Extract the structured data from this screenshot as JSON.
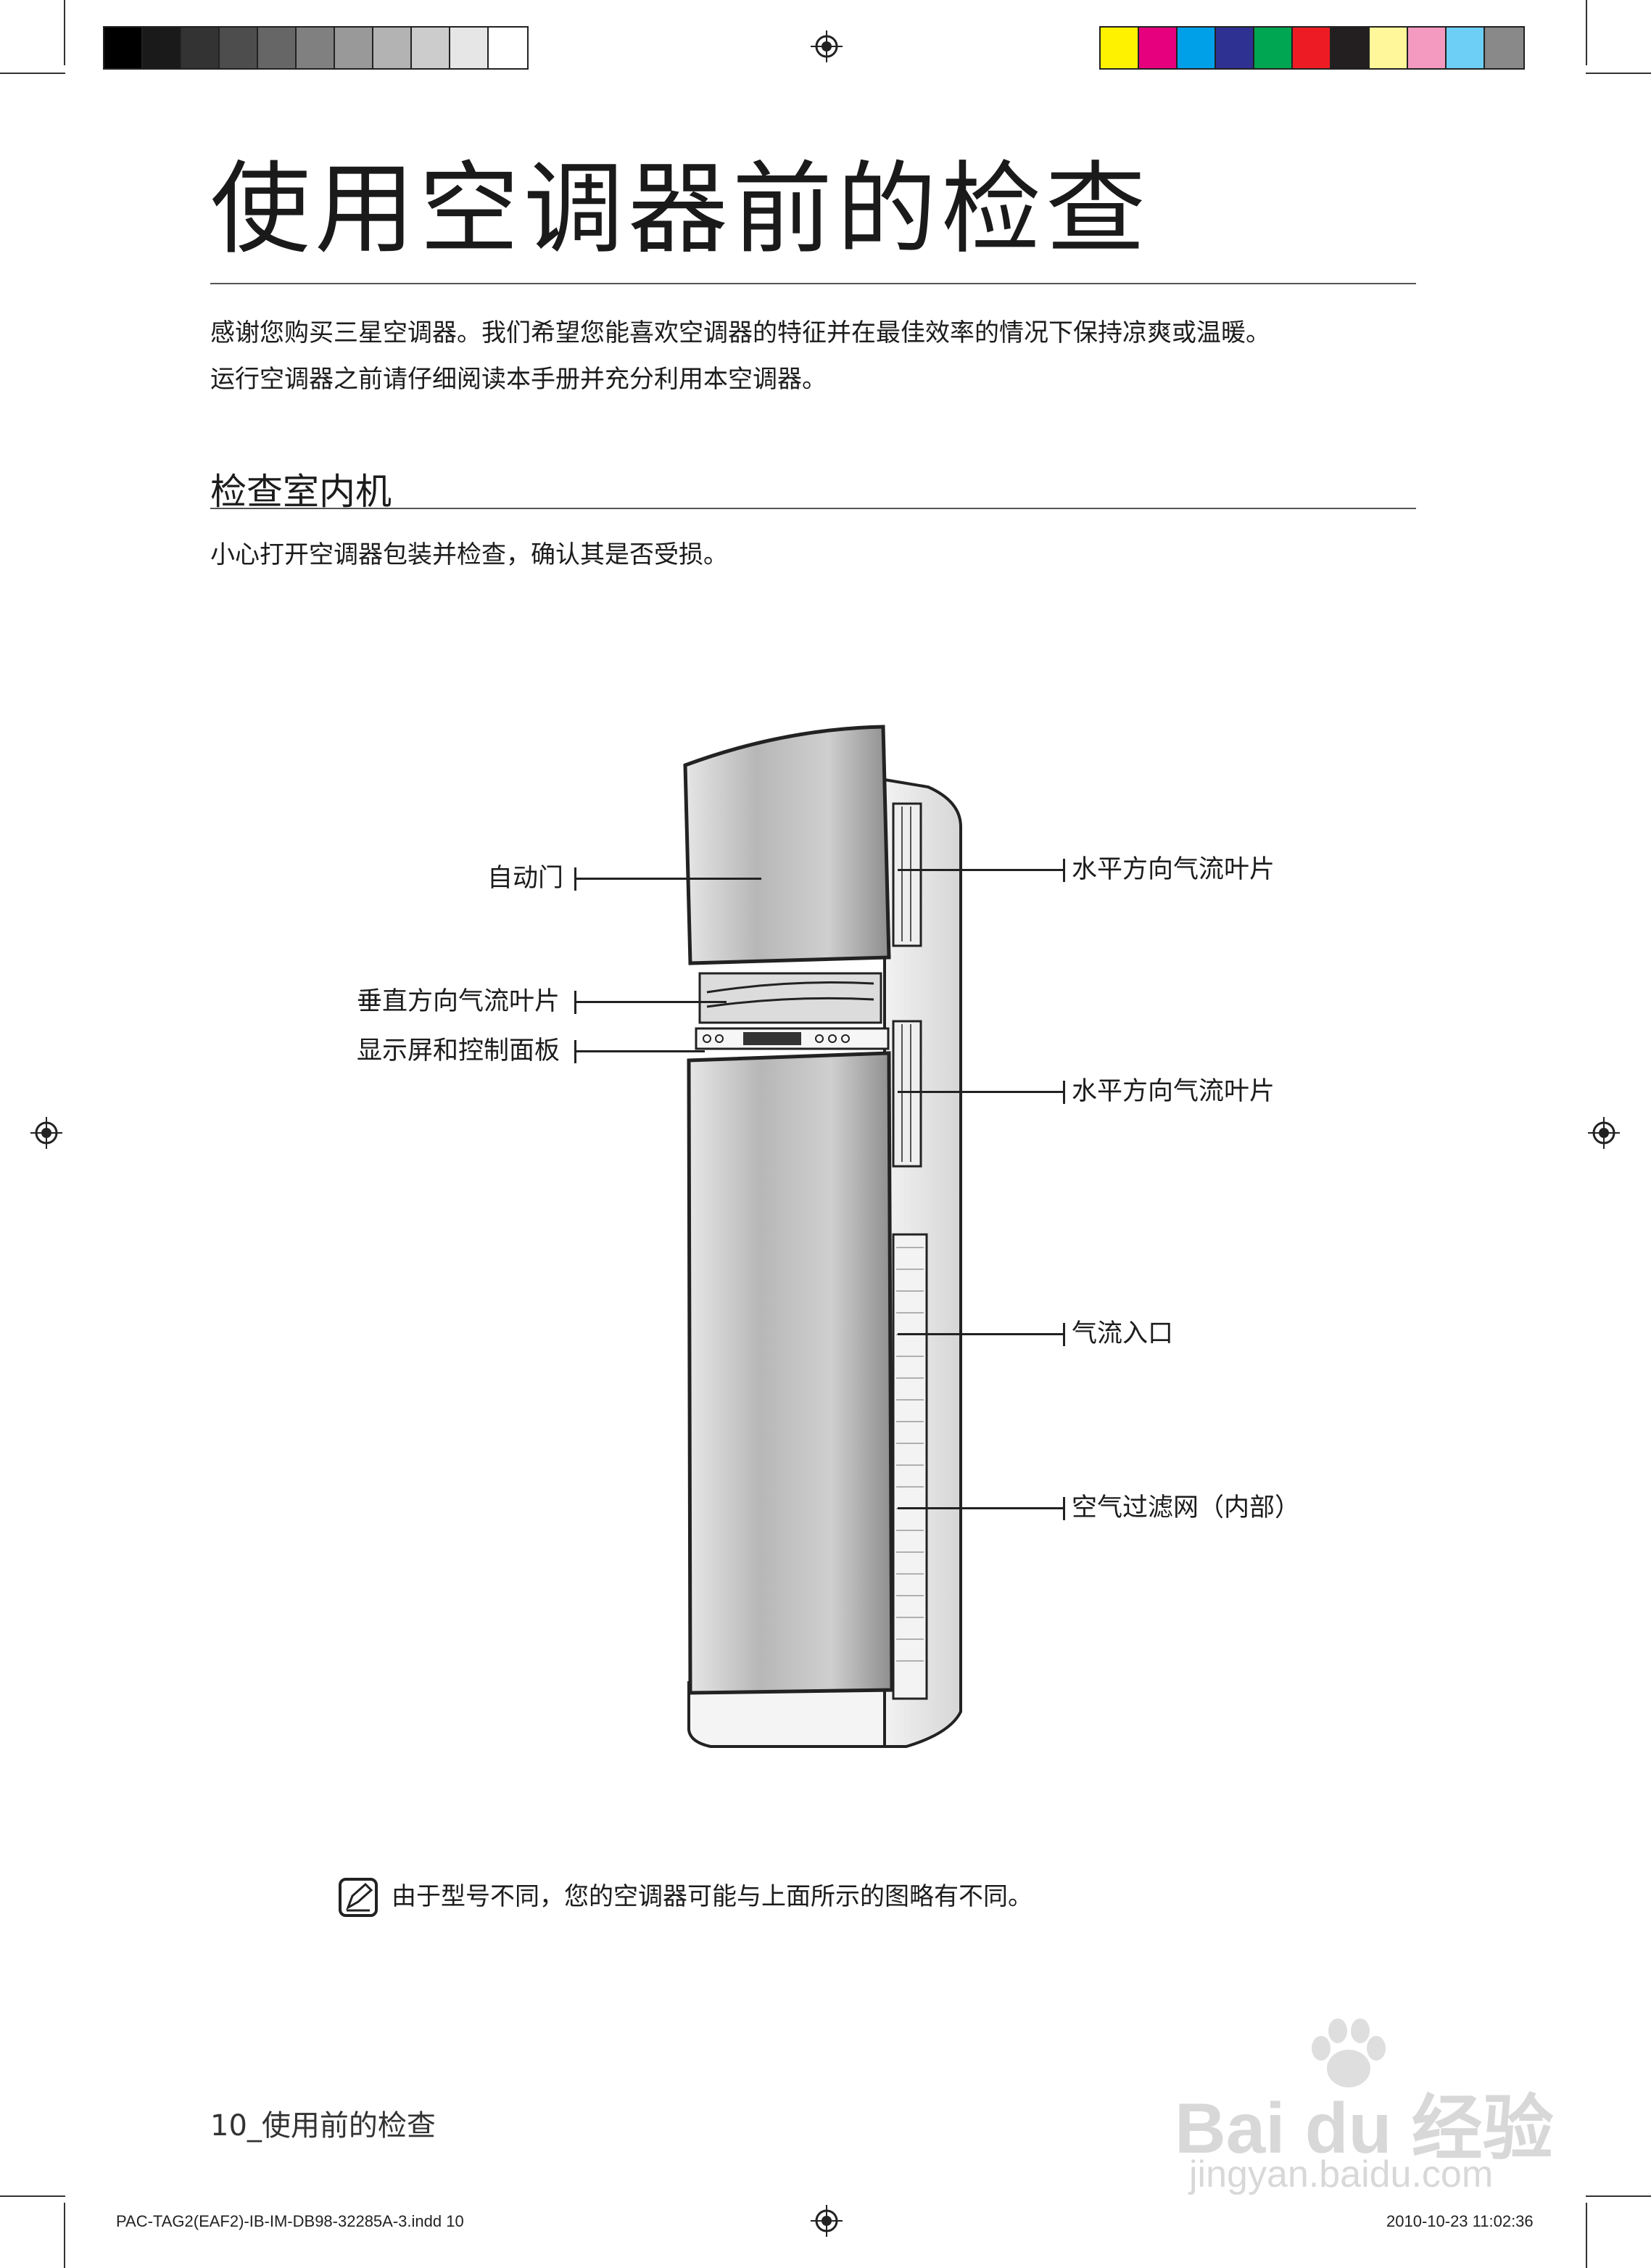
{
  "title": "使用空调器前的检查",
  "intro": {
    "line1": "感谢您购买三星空调器。我们希望您能喜欢空调器的特征并在最佳效率的情况下保持凉爽或温暖。",
    "line2": "运行空调器之前请仔细阅读本手册并充分利用本空调器。"
  },
  "section": {
    "heading": "检查室内机",
    "text": "小心打开空调器包装并检查，确认其是否受损。"
  },
  "labels": {
    "auto_door": "自动门",
    "vertical_blade": "垂直方向气流叶片",
    "display_panel": "显示屏和控制面板",
    "horizontal_blade_top": "水平方向气流叶片",
    "horizontal_blade_mid": "水平方向气流叶片",
    "air_inlet": "气流入口",
    "air_filter": "空气过滤网（内部）"
  },
  "note": "由于型号不同，您的空调器可能与上面所示的图略有不同。",
  "footer": {
    "page": "10_使用前的检查",
    "file": "PAC-TAG2(EAF2)-IB-IM-DB98-32285A-3.indd   10",
    "timestamp": "2010-10-23   11:02:36"
  },
  "watermark": {
    "brand": "Bai du 经验",
    "url": "jingyan.baidu.com"
  },
  "colors": {
    "gray_bar": [
      "#000000",
      "#1a1a1a",
      "#333333",
      "#4d4d4d",
      "#666666",
      "#808080",
      "#999999",
      "#b3b3b3",
      "#cccccc",
      "#e6e6e6",
      "#ffffff"
    ],
    "color_bar": [
      "#fff200",
      "#e6007e",
      "#00a0e9",
      "#2e3192",
      "#00a651",
      "#ed1c24",
      "#231f20",
      "#fff799",
      "#f49ac1",
      "#6dcff6",
      "#898989"
    ]
  }
}
